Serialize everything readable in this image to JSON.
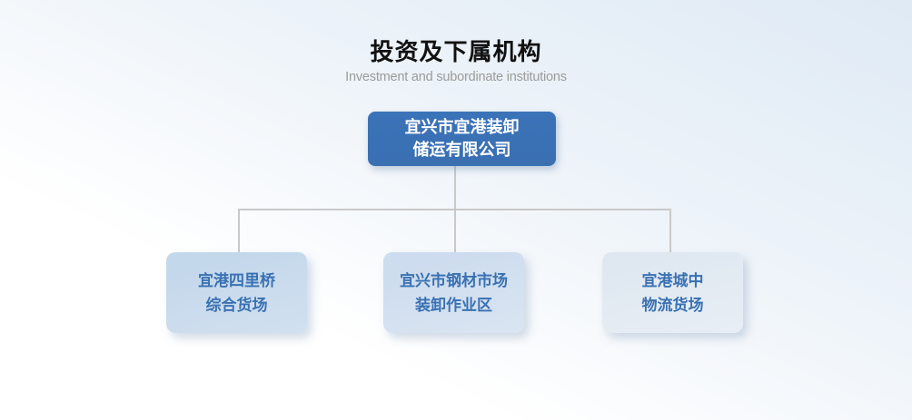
{
  "header": {
    "title": "投资及下属机构",
    "subtitle": "Investment and subordinate institutions"
  },
  "org": {
    "root": {
      "line1": "宜兴市宜港装卸",
      "line2": "储运有限公司"
    },
    "children": [
      {
        "line1": "宜港四里桥",
        "line2": "综合货场"
      },
      {
        "line1": "宜兴市钢材市场",
        "line2": "装卸作业区"
      },
      {
        "line1": "宜港城中",
        "line2": "物流货场"
      }
    ]
  },
  "colors": {
    "title_text": "#111111",
    "subtitle_text": "#9b9b9b",
    "root_box_bg": "#3b73b8",
    "root_box_text": "#ffffff",
    "child_box_bg_left": "#c4d8eb",
    "child_box_bg_middle": "#cddcee",
    "child_box_bg_right": "#dfe8f1",
    "child_box_text": "#3a71b2",
    "connector_line": "#c9c9c9"
  }
}
